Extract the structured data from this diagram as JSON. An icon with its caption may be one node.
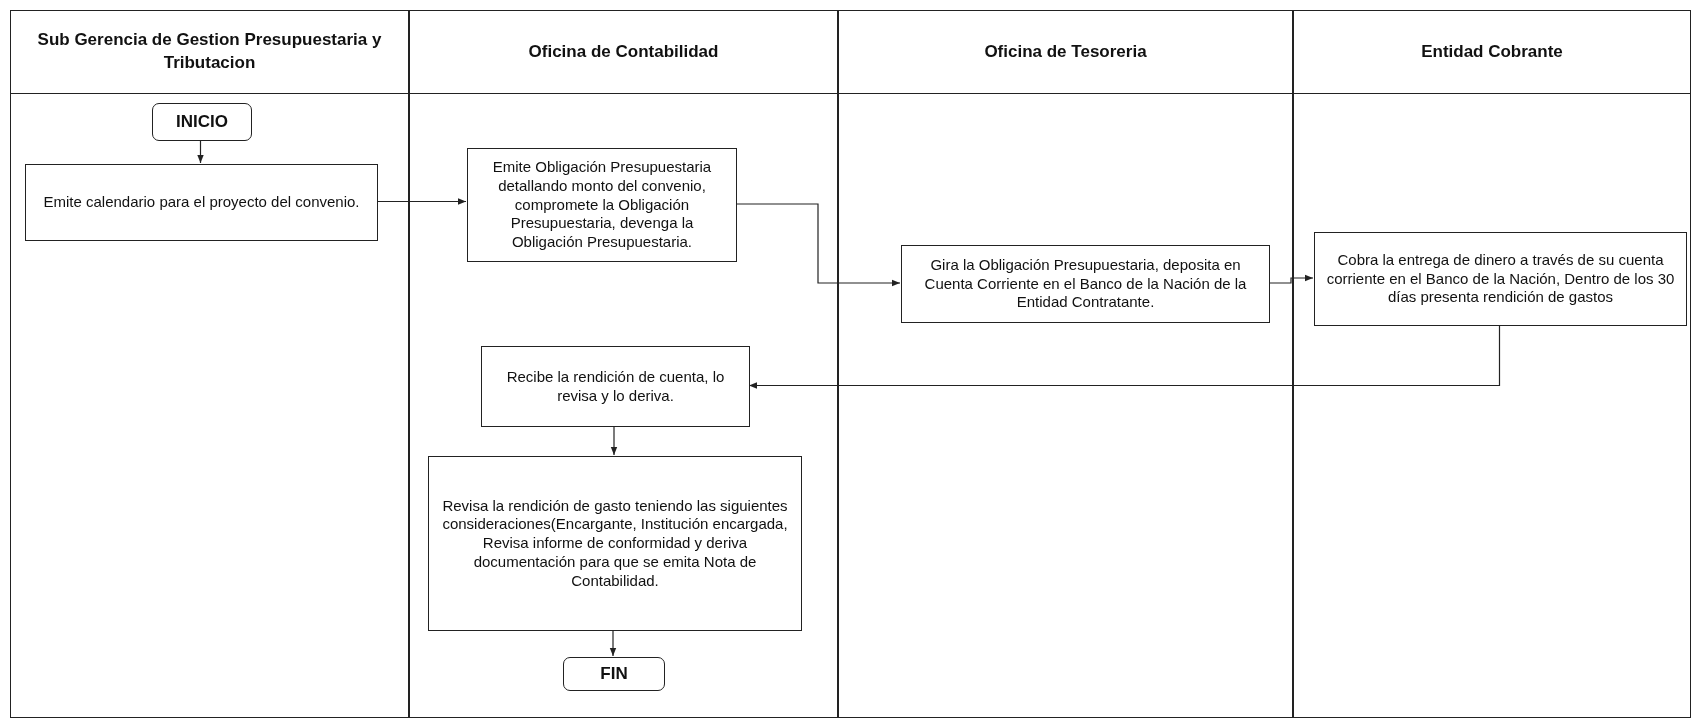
{
  "diagram": {
    "nodes": [
      {
        "text": [
          "Sub Gerencia de Gestion Presupuestaria y Tributacion"
        ]
      },
      {
        "text": [
          "Oficina de Contabilidad"
        ]
      },
      {
        "text": [
          "Oficina de Tesoreria"
        ]
      },
      {
        "text": [
          "Entidad Cobrante"
        ]
      },
      {
        "text": [
          "INICIO"
        ],
        "in": 0
      },
      {
        "text": [
          "Emite calendario para el proyecto del convenio."
        ],
        "in": 0
      },
      {
        "text": [
          "Emite Obligación Presupuestaria detallando monto del convenio, compromete la Obligación Presupuestaria, devenga la Obligación Presupuestaria."
        ],
        "in": 1
      },
      {
        "text": [
          "Gira la Obligación Presupuestaria, deposita en Cuenta Corriente en el Banco de la Nación de la Entidad Contratante."
        ],
        "in": 2
      },
      {
        "text": [
          "Cobra la entrega de dinero a través de su cuenta corriente en el Banco de la Nación, Dentro de los 30 días presenta rendición de gastos"
        ],
        "in": 3
      },
      {
        "text": [
          "Recibe la rendición de cuenta, lo revisa y lo deriva."
        ],
        "in": 1
      },
      {
        "text": [
          "Revisa la rendición de gasto teniendo las siguientes consideraciones(Encargante, Institución encargada, Revisa informe de conformidad y deriva documentación para que se emita Nota de Contabilidad."
        ],
        "in": 1
      },
      {
        "text": [
          "FIN"
        ],
        "in": 1
      }
    ],
    "edges": [
      {
        "from": 4,
        "to": 5,
        "arrow": "to"
      },
      {
        "from": 5,
        "to": 6,
        "arrow": "to"
      },
      {
        "from": 6,
        "to": 7,
        "arrow": "to"
      },
      {
        "from": 7,
        "to": 8,
        "arrow": "to"
      },
      {
        "from": 8,
        "to": 9,
        "arrow": "to"
      },
      {
        "from": 9,
        "to": 10,
        "arrow": "to"
      },
      {
        "from": 10,
        "to": 11,
        "arrow": "to"
      }
    ]
  }
}
